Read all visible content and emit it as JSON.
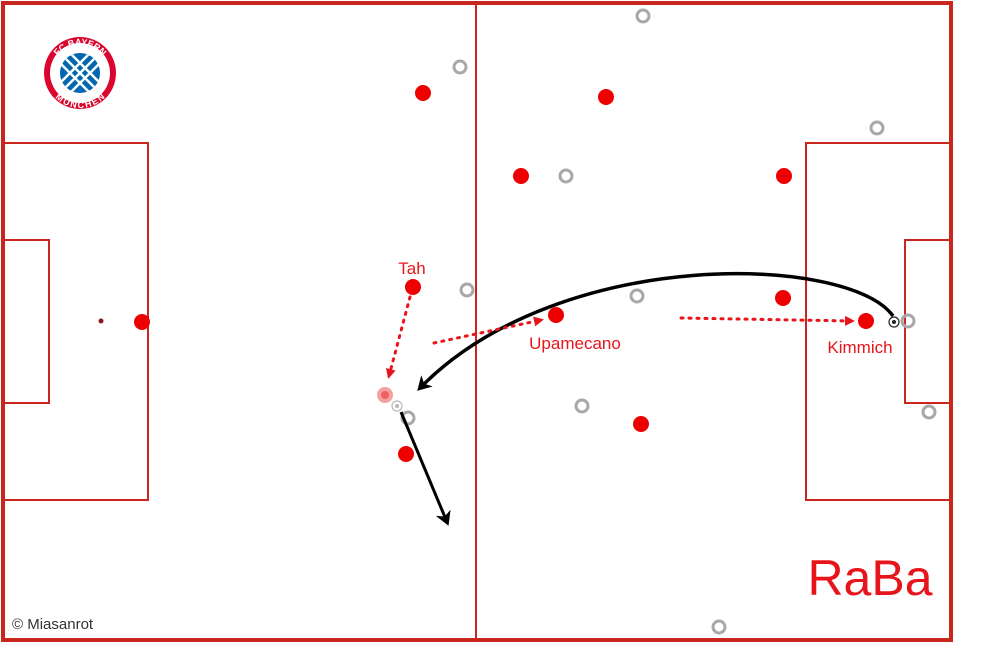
{
  "team_label": "RaBa",
  "copyright": "© Miasanrot",
  "logo": {
    "top_text": "FC BAYERN",
    "bottom_text": "MÜNCHEN"
  },
  "players": {
    "tah": "Tah",
    "upamecano": "Upamecano",
    "kimmich": "Kimmich"
  },
  "colors": {
    "pitch_line": "#c8261e",
    "team": "#ee0000",
    "opponent": "#a8a8a8",
    "ball_path": "#000000",
    "run": "#e8141b"
  }
}
